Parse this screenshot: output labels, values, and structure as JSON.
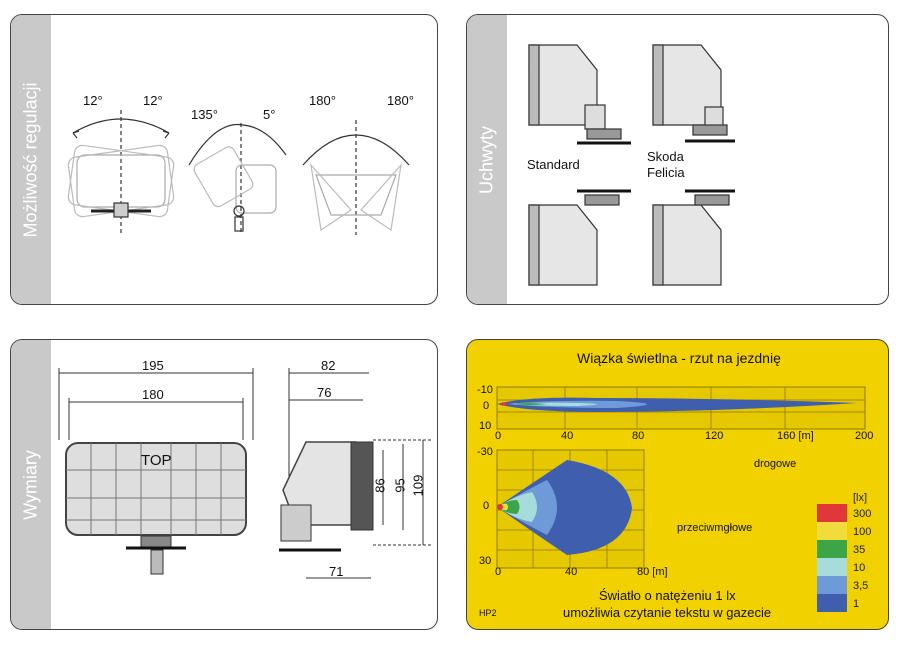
{
  "panels": {
    "adjustment": {
      "side_label": "Możliwość regulacji",
      "angles": [
        "12°",
        "12°",
        "135°",
        "5°",
        "180°",
        "180°"
      ]
    },
    "mounts": {
      "side_label": "Uchwyty",
      "standard": "Standard",
      "skoda_1": "Skoda",
      "skoda_2": "Felicia"
    },
    "dimensions": {
      "side_label": "Wymiary",
      "w195": "195",
      "w180": "180",
      "w82": "82",
      "w76": "76",
      "h86": "86",
      "h95": "95",
      "h109": "109",
      "w71": "71",
      "top_label": "TOP"
    },
    "beam": {
      "title": "Wiązka świetlna - rzut na jezdnię",
      "road_y_ticks": [
        "-10",
        "0",
        "10"
      ],
      "road_x_ticks": [
        "0",
        "40",
        "80",
        "120",
        "160 [m]",
        "200"
      ],
      "road_label": "drogowe",
      "fog_y_ticks": [
        "-30",
        "0",
        "30"
      ],
      "fog_x_ticks": [
        "0",
        "40",
        "80 [m]"
      ],
      "fog_label": "przeciwmgłowe",
      "legend_unit": "[lx]",
      "legend": [
        {
          "label": "300",
          "color": "#e0383a"
        },
        {
          "label": "100",
          "color": "#f0dc3a"
        },
        {
          "label": "35",
          "color": "#3aa645"
        },
        {
          "label": "10",
          "color": "#a8dcdc"
        },
        {
          "label": "3,5",
          "color": "#6e9bd8"
        },
        {
          "label": "1",
          "color": "#3f5fae"
        }
      ],
      "note_1": "Światło o natężeniu 1 lx",
      "note_2": "umożliwia czytanie tekstu w gazecie",
      "code": "HP2"
    }
  }
}
